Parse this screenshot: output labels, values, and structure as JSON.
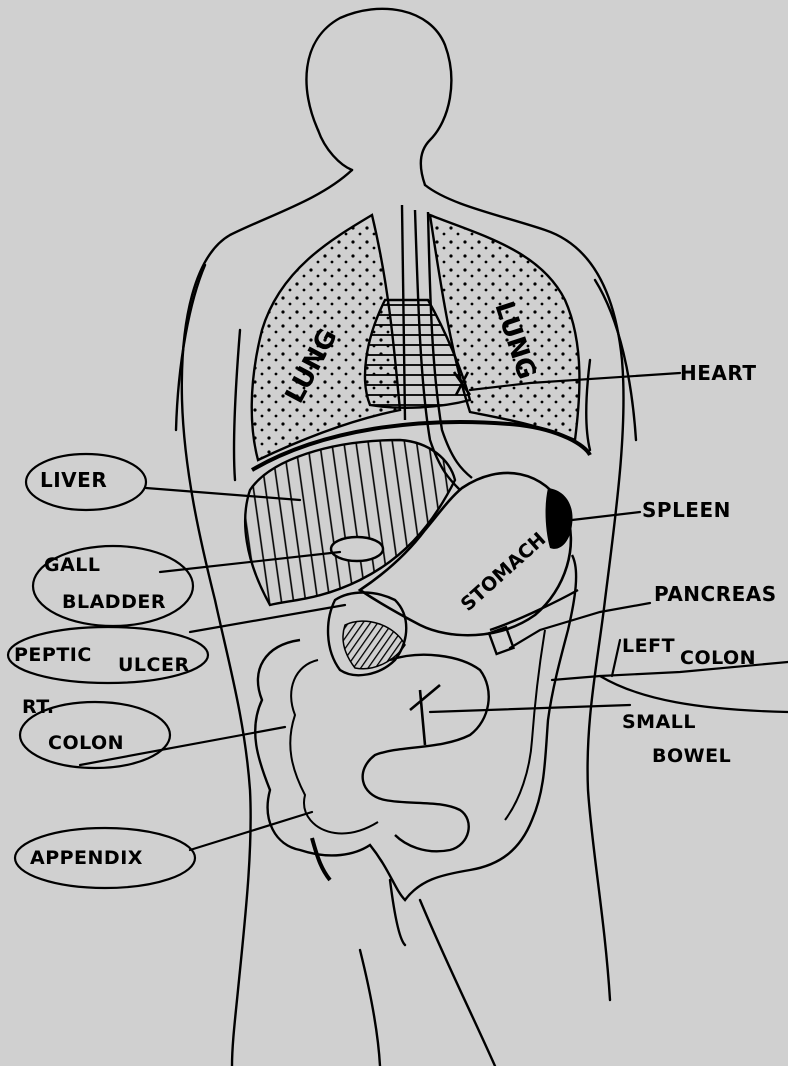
{
  "labels": {
    "liver": "LIVER",
    "gall_bladder_line1": "GALL",
    "gall_bladder_line2": "BLADDER",
    "peptic_ulcer_line1": "PEPTIC",
    "peptic_ulcer_line2": "ULCER",
    "rt_colon_line1": "RT.",
    "rt_colon_line2": "COLON",
    "appendix": "APPENDIX",
    "heart": "HEART",
    "spleen": "SPLEEN",
    "pancreas": "PANCREAS",
    "left_colon_line1": "LEFT",
    "left_colon_line2": "COLON",
    "small_bowel_line1": "SMALL",
    "small_bowel_line2": "BOWEL",
    "lung_left": "LUNG",
    "lung_right": "LUNG",
    "stomach": "STOMACH"
  },
  "colors": {
    "background": "#d0d0d0",
    "ink": "#000000"
  }
}
